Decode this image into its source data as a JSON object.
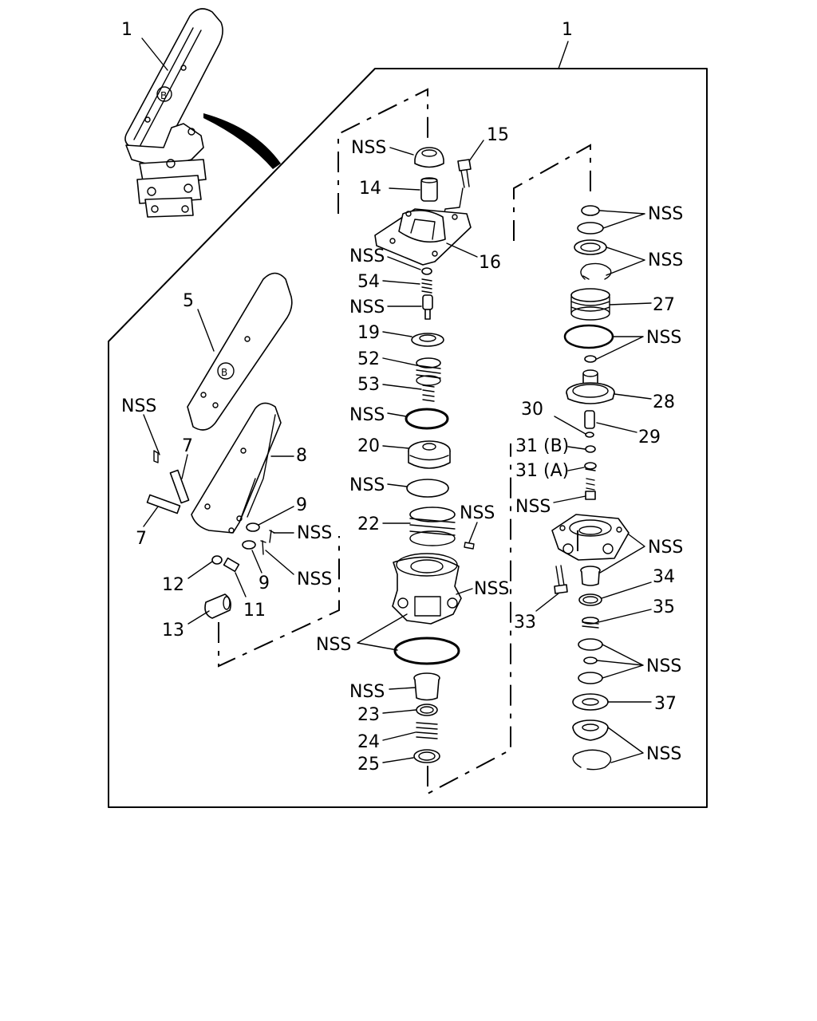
{
  "callouts": {
    "c1_pedal": "1",
    "c1_box": "1",
    "c5": "5",
    "c7a": "7",
    "c7b": "7",
    "c8": "8",
    "c9a": "9",
    "c9b": "9",
    "c11": "11",
    "c12": "12",
    "c13": "13",
    "c14": "14",
    "c15": "15",
    "c16": "16",
    "c19": "19",
    "c20": "20",
    "c22": "22",
    "c23": "23",
    "c24": "24",
    "c25": "25",
    "c27": "27",
    "c28": "28",
    "c29": "29",
    "c30": "30",
    "c31b": "31 (B)",
    "c31a": "31 (A)",
    "c33": "33",
    "c34": "34",
    "c35": "35",
    "c37": "37",
    "c52": "52",
    "c53": "53",
    "c54": "54",
    "nss": "NSS"
  },
  "pedal_badge": "B"
}
